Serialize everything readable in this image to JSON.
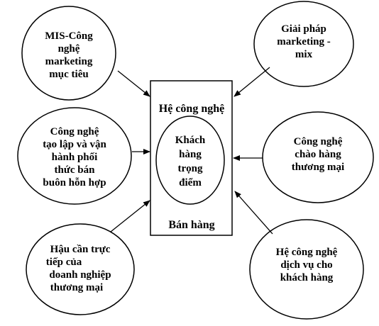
{
  "center": {
    "title": "Hệ công nghệ",
    "inner_lines": [
      "Khách",
      "hàng",
      "trọng",
      "điểm"
    ],
    "footer": "Bán hàng"
  },
  "nodes": [
    {
      "id": "mis",
      "lines": [
        "MIS-Công",
        "nghệ",
        "marketing",
        "mục tiêu"
      ]
    },
    {
      "id": "marketing-mix",
      "lines": [
        "Giải pháp",
        "marketing -",
        "mix"
      ]
    },
    {
      "id": "distribution",
      "lines": [
        "Công nghệ",
        "tạo lập và vận",
        "hành phối",
        "thức bán",
        "buôn hỗn hợp"
      ]
    },
    {
      "id": "trade-offer",
      "lines": [
        "Công nghệ",
        "chào hàng",
        "thương mại"
      ]
    },
    {
      "id": "logistics",
      "lines": [
        "Hậu cần trực",
        "tiếp của",
        "doanh nghiệp",
        "thương mại"
      ]
    },
    {
      "id": "customer-service",
      "lines": [
        "Hệ công nghệ",
        "dịch vụ cho",
        "khách hàng"
      ]
    }
  ]
}
